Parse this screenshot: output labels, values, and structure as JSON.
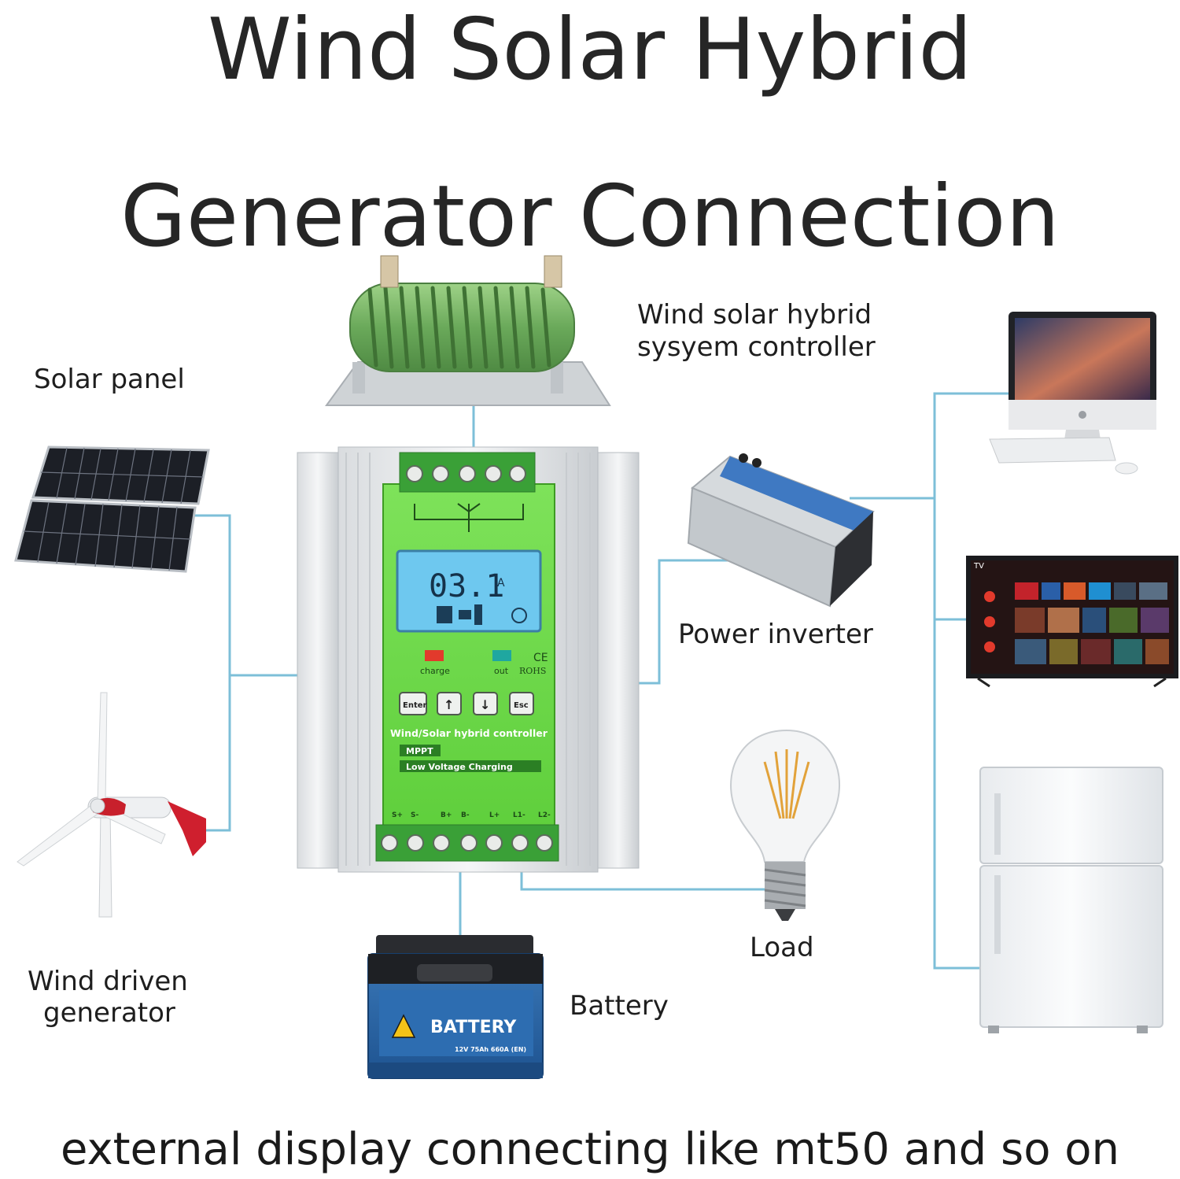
{
  "title": {
    "line1": "Wind Solar Hybrid",
    "line2": "Generator Connection"
  },
  "labels": {
    "solar_panel": "Solar panel",
    "controller_line1": "Wind solar hybrid",
    "controller_line2": "sysyem controller",
    "power_inverter": "Power inverter",
    "load": "Load",
    "battery": "Battery",
    "wind_line1": "Wind driven",
    "wind_line2": "generator"
  },
  "controller": {
    "lcd_value": "03.1",
    "lcd_unit": "A",
    "charge_led": "charge",
    "out_led": "out",
    "cert_ce": "CE",
    "cert_rohs": "ROHS",
    "btn_enter": "Enter",
    "btn_up": "↑",
    "btn_down": "↓",
    "btn_esc": "Esc",
    "model_text": "Wind/Solar hybrid controller",
    "feature1": "MPPT",
    "feature2": "Low Voltage Charging",
    "terminal_labels": [
      "S+",
      "S-",
      "B+",
      "B-",
      "L+",
      "L1-",
      "L2-"
    ]
  },
  "battery_device": {
    "label": "BATTERY",
    "spec": "12V 75Ah 660A (EN)"
  },
  "tv": {
    "corner_label": "TV"
  },
  "footer": "external display connecting like mt50 and so on",
  "colors": {
    "wire": "#7dbfd8",
    "controller_green": "#6fd84a",
    "lcd_blue": "#6ec8ef",
    "text": "#262626"
  }
}
